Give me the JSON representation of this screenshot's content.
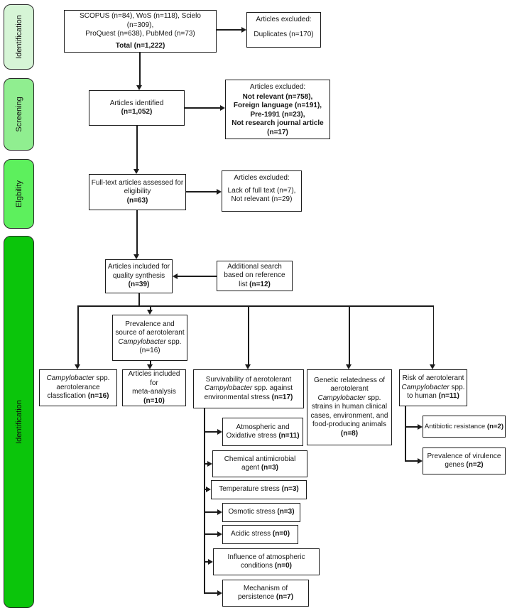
{
  "sidebar": {
    "stages": [
      {
        "label": "Identification",
        "color": "#d6f5d6"
      },
      {
        "label": "Screening",
        "color": "#90ee90"
      },
      {
        "label": "Elgbility",
        "color": "#5df05d"
      },
      {
        "label": "Identification",
        "color": "#0bc50b"
      }
    ]
  },
  "boxes": {
    "search": {
      "l1": "SCOPUS (n=84), WoS (n=118), Scielo (n=309),",
      "l2": "ProQuest (n=638), PubMed (n=73)",
      "total": "Total (n=1,222)"
    },
    "duplicates": {
      "header": "Articles excluded:",
      "body": "Duplicates (n=170)"
    },
    "identified": {
      "l1": "Articles identified",
      "n": "(n=1,052)"
    },
    "screening_excluded": {
      "header": "Articles excluded:",
      "reasons": [
        "Not relevant (n=758),",
        "Foreign language (n=191),",
        "Pre-1991 (n=23),",
        "Not research journal article",
        "(n=17)"
      ]
    },
    "fulltext": {
      "l1": "Full-text articles assessed for",
      "l2": "eligibility",
      "n": "(n=63)"
    },
    "eligibility_excluded": {
      "header": "Articles excluded:",
      "reasons": [
        "Lack of full text (n=7),",
        "Not relevant (n=29)"
      ]
    },
    "quality": {
      "l1": "Articles included for",
      "l2": "quality synthesis",
      "n": "(n=39)"
    },
    "additional": {
      "l1": "Additional search",
      "l2": "based on reference",
      "l3": "list ",
      "n": "(n=12)"
    },
    "prevalence": {
      "l1": "Prevalence and",
      "l2": "source of aerotolerant",
      "sp": "Campylobacter",
      "sp_after": " spp.",
      "n": "(n=16)"
    },
    "cat_aerotolerance": {
      "sp": "Campylobacter",
      "sp_after": " spp.",
      "l2": "aerotolerance",
      "l3": "classfication ",
      "n": "(n=16)"
    },
    "cat_meta": {
      "l1": "Articles included for",
      "l2": "meta-analysis",
      "n": "(n=10)"
    },
    "cat_survivability": {
      "l1": "Survivability of aerotolerant",
      "sp": "Campylobacter",
      "sp_after": " spp. against",
      "l3": "environmental stress ",
      "n": "(n=17)"
    },
    "cat_genetic": {
      "l1": "Genetic relatedness of",
      "l2": "aerotolerant",
      "sp": "Campylobacter",
      "sp_after": " spp.",
      "l4": "strains in human clinical",
      "l5": "cases, environment, and",
      "l6": "food-producing animals",
      "n": "(n=8)"
    },
    "cat_risk": {
      "l1": "Risk of aerotolerant",
      "sp": "Campylobacter",
      "sp_after": " spp.",
      "l3": "to human ",
      "n": "(n=11)"
    },
    "antibiotic": {
      "text": "Antibiotic resistance ",
      "n": "(n=2)"
    },
    "virulence": {
      "l1": "Prevalence of virulence",
      "l2": "genes ",
      "n": "(n=2)"
    },
    "stress": [
      {
        "l1": "Atmospheric and",
        "l2": "Oxidative stress ",
        "n": "(n=11)"
      },
      {
        "l1": "Chemical antimicrobial",
        "l2": "agent ",
        "n": "(n=3)"
      },
      {
        "l1": "Temperature stress ",
        "n": "(n=3)"
      },
      {
        "l1": "Osmotic stress ",
        "n": "(n=3)"
      },
      {
        "l1": "Acidic stress ",
        "n": "(n=0)"
      },
      {
        "l1": "Influence of atmospheric",
        "l2": "conditions ",
        "n": "(n=0)"
      },
      {
        "l1": "Mechanism of",
        "l2": "persistence ",
        "n": "(n=7)"
      }
    ]
  }
}
